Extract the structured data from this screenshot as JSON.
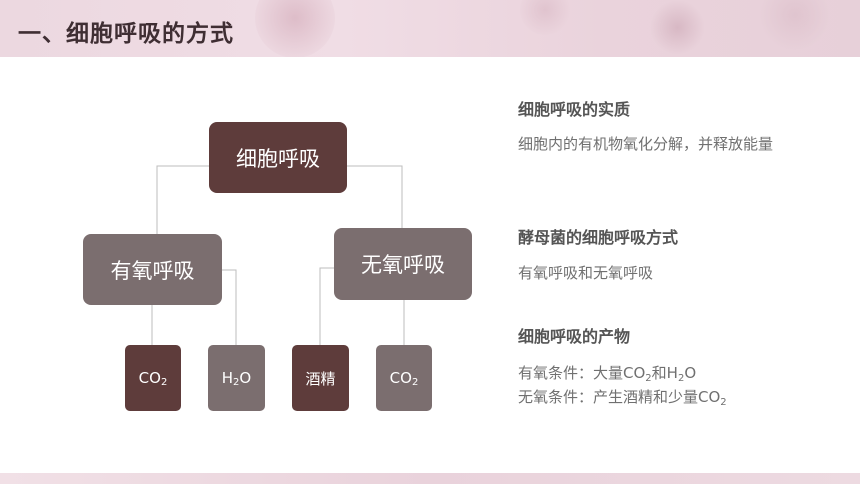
{
  "header": {
    "title": "一、细胞呼吸的方式"
  },
  "diagram": {
    "root": "细胞呼吸",
    "aerobic": "有氧呼吸",
    "anaerobic": "无氧呼吸",
    "leaves": {
      "aerobic_co2": {
        "base": "CO",
        "sub": "2"
      },
      "aerobic_h2o": {
        "pre": "H",
        "sub": "2",
        "post": "O"
      },
      "anaerobic_alcohol": "酒精",
      "anaerobic_co2": {
        "base": "CO",
        "sub": "2"
      }
    }
  },
  "sections": [
    {
      "title": "细胞呼吸的实质",
      "text": "细胞内的有机物氧化分解，并释放能量"
    },
    {
      "title": "酵母菌的细胞呼吸方式",
      "text": "有氧呼吸和无氧呼吸"
    },
    {
      "title": "细胞呼吸的产物",
      "line1": {
        "a": "有氧条件：大量CO",
        "sub": "2",
        "b": "和H",
        "sub2": "2",
        "c": "O"
      },
      "line2": {
        "a": "无氧条件：产生酒精和少量CO",
        "sub": "2"
      }
    }
  ],
  "colors": {
    "dark_node": "#5e3c3b",
    "gray_node": "#7b6e6f",
    "connector": "#bdbdbd"
  }
}
